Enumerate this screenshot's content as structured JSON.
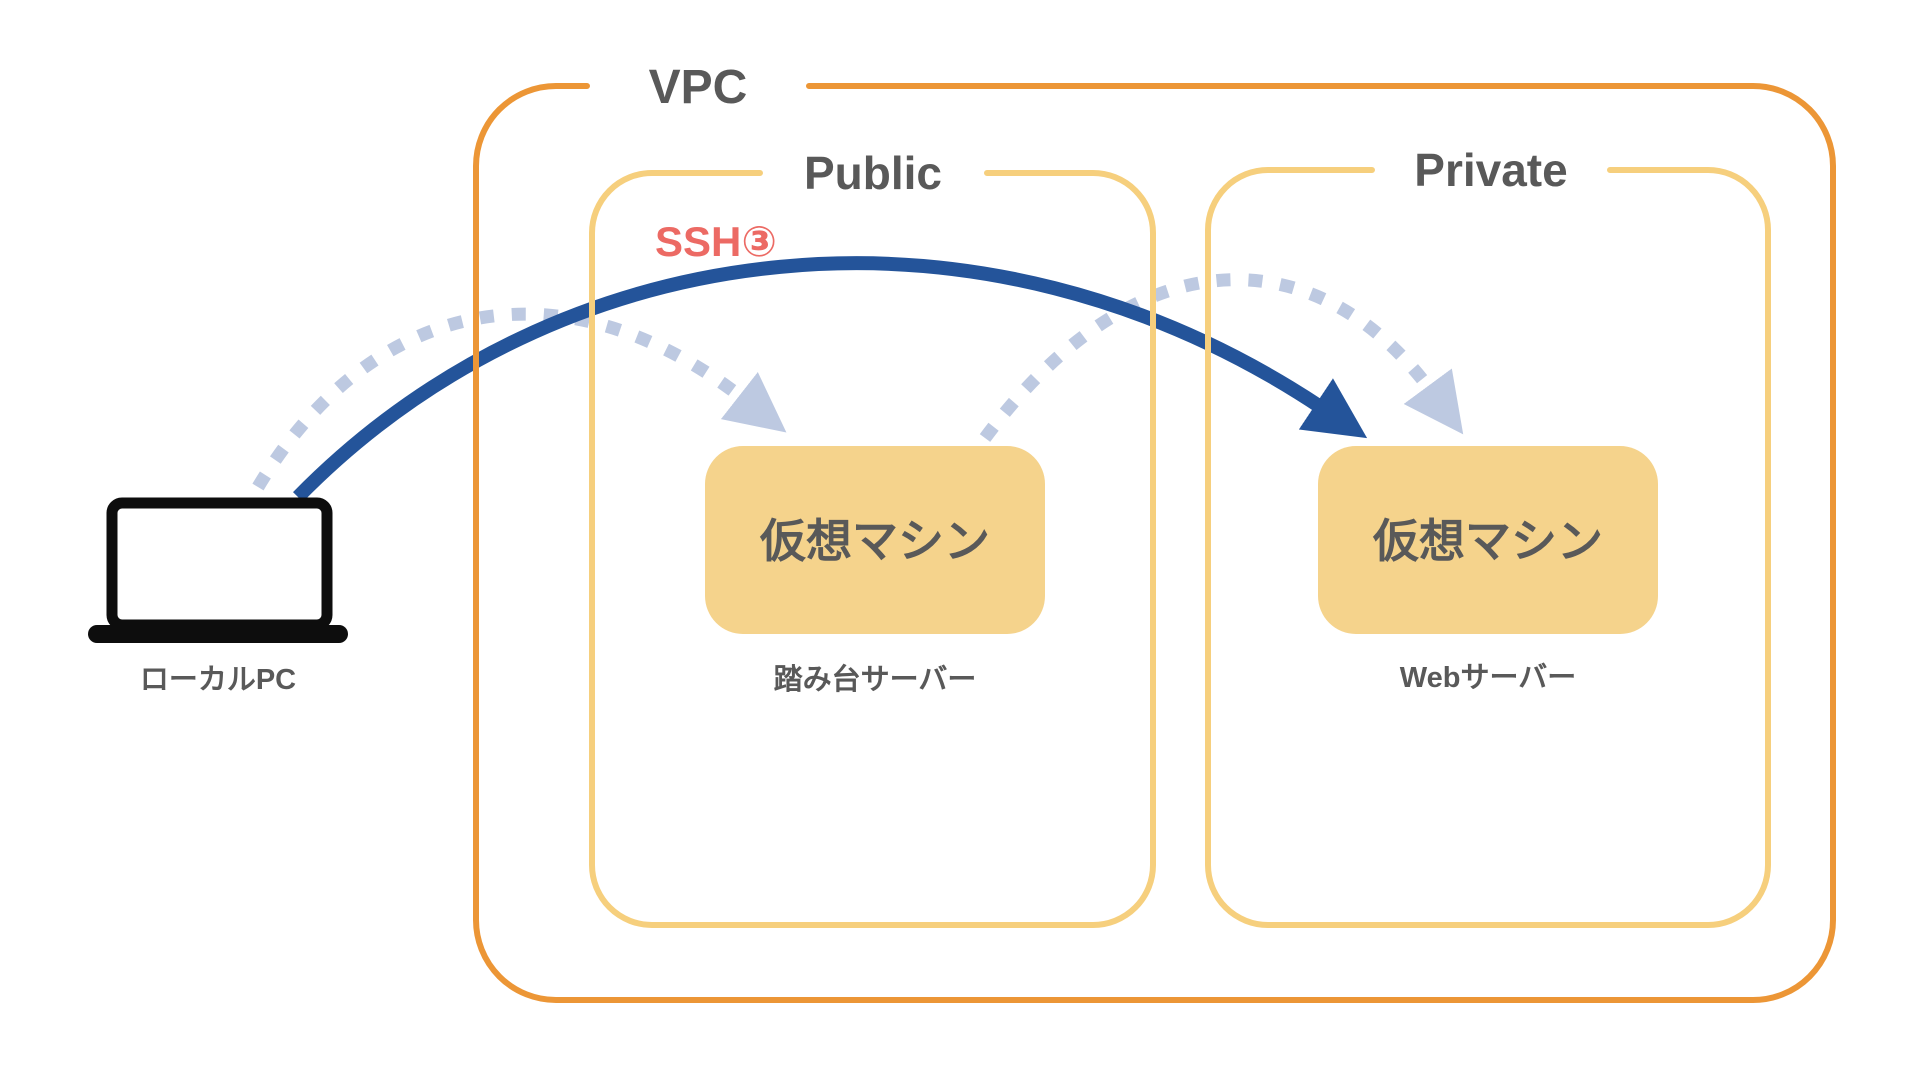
{
  "diagram": {
    "title_area": {
      "vpc_label": "VPC",
      "public_subnet_label": "Public",
      "private_subnet_label": "Private"
    },
    "connection": {
      "ssh_label": "SSH③"
    },
    "nodes": {
      "local_pc": {
        "caption": "ローカルPC"
      },
      "bastion": {
        "box_label": "仮想マシン",
        "caption": "踏み台サーバー"
      },
      "web": {
        "box_label": "仮想マシン",
        "caption": "Webサーバー"
      }
    },
    "colors": {
      "vpc-border": "#EC9636",
      "subnet-border": "#F6CF7D",
      "vm-fill": "#F5D38C",
      "arrow-solid": "#24549A",
      "arrow-dotted": "#BDC9E1",
      "text-gray": "#595959",
      "ssh-red": "#EC6A64",
      "laptop": "#0D0D0D"
    }
  }
}
